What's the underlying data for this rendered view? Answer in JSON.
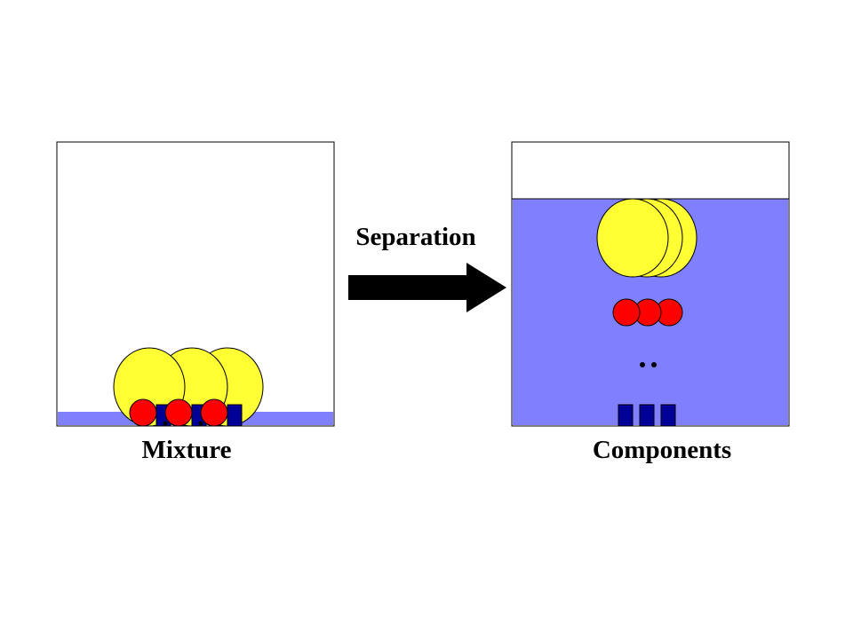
{
  "labels": {
    "arrow": "Separation",
    "left_box": "Mixture",
    "right_box": "Components"
  },
  "colors": {
    "liquid": "#8080ff",
    "large_particle": "#ffff33",
    "medium_particle": "#ff0000",
    "block_particle": "#000099",
    "outline": "#000000",
    "background": "#ffffff"
  },
  "components": {
    "large_particles": 3,
    "medium_particles": 3,
    "small_particles": 2,
    "block_particles": 3
  }
}
